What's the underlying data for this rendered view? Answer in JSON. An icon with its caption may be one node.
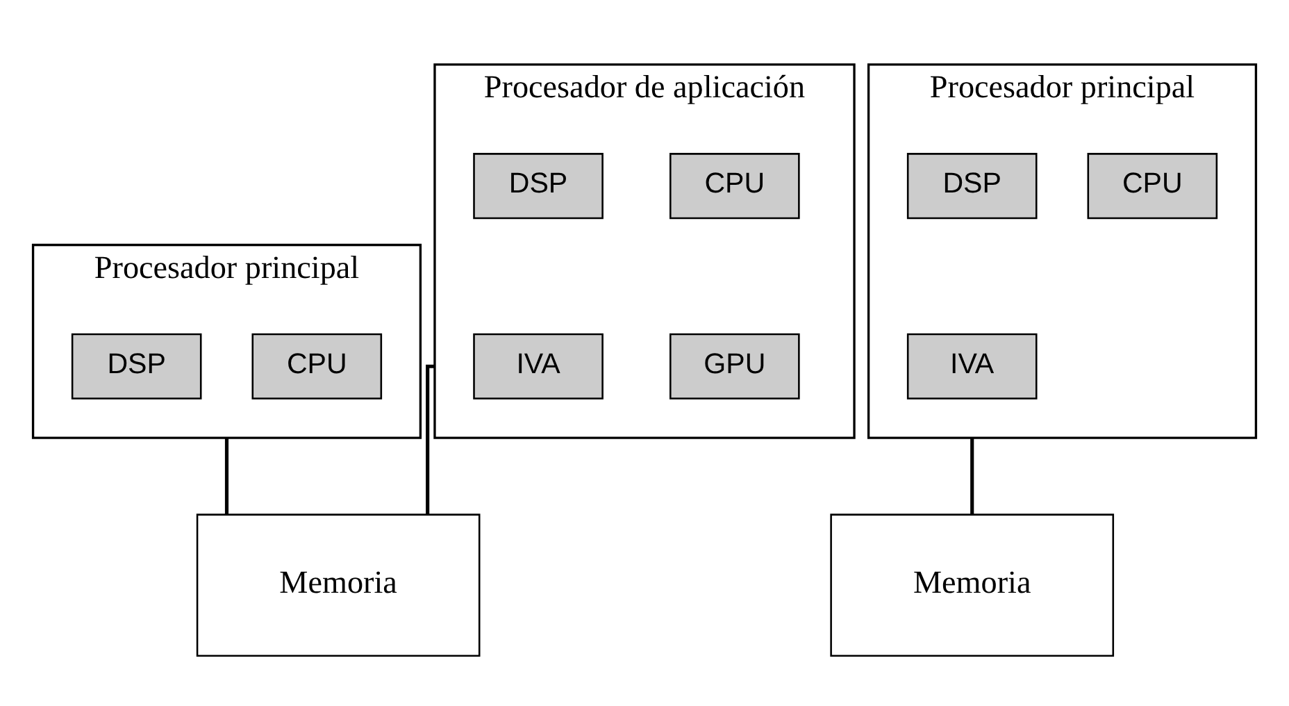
{
  "diagram": {
    "nodes": [
      {
        "text": [
          "Procesador principal"
        ]
      },
      {
        "text": [
          "CPU"
        ],
        "in": 0
      },
      {
        "text": [
          "DSP"
        ],
        "in": 0
      },
      {
        "text": [
          "Procesador de aplicación"
        ]
      },
      {
        "text": [
          "CPU"
        ],
        "in": 3
      },
      {
        "text": [
          "DSP"
        ],
        "in": 3
      },
      {
        "text": [
          "GPU"
        ],
        "in": 3
      },
      {
        "text": [
          "IVA"
        ],
        "in": 3
      },
      {
        "text": [
          "Memoria"
        ]
      },
      {
        "text": [
          "Procesador principal"
        ]
      },
      {
        "text": [
          "CPU"
        ],
        "in": 9
      },
      {
        "text": [
          "DSP"
        ],
        "in": 9
      },
      {
        "text": [
          "IVA"
        ],
        "in": 9
      },
      {
        "text": [
          "Memoria"
        ]
      }
    ],
    "edges": [
      {
        "from": 0,
        "to": 8,
        "arrow": "none"
      },
      {
        "from": 3,
        "to": 8,
        "arrow": "none"
      },
      {
        "from": 9,
        "to": 13,
        "arrow": "none"
      }
    ]
  }
}
